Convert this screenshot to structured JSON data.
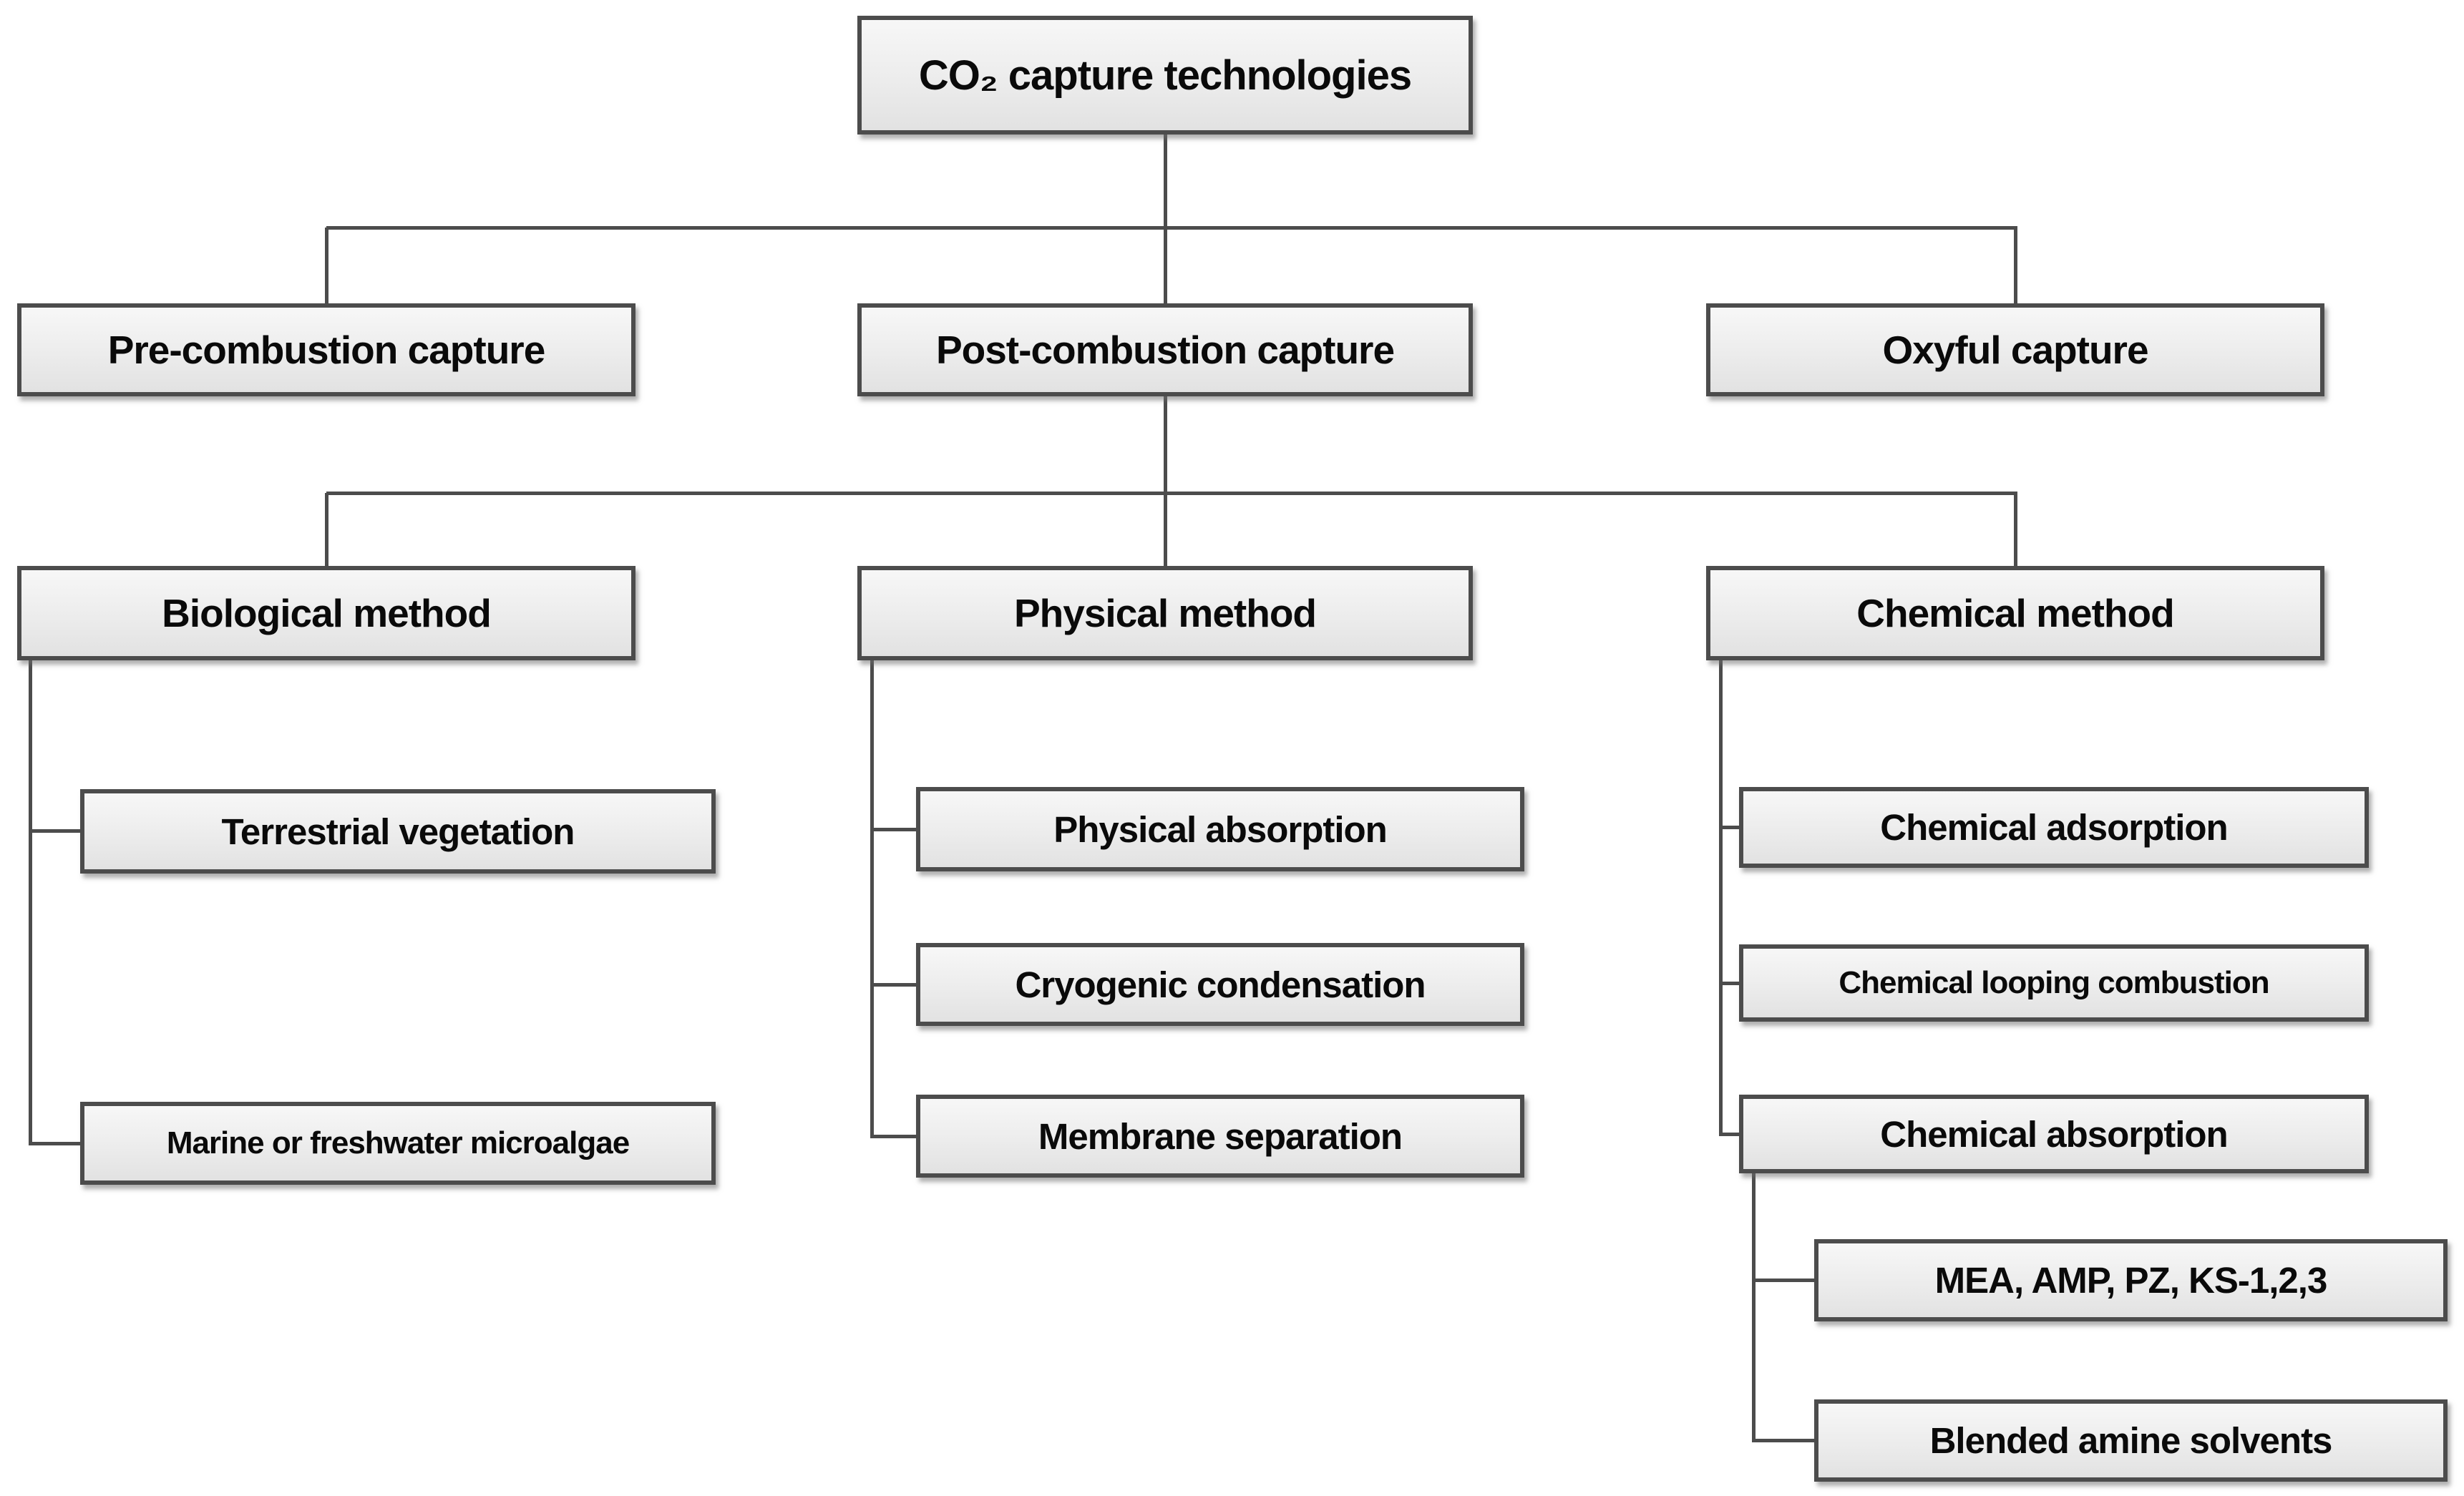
{
  "diagram": {
    "type": "flowchart",
    "title": "CO₂ capture technologies",
    "colors": {
      "background": "#ffffff",
      "box_fill": "#ececec",
      "box_border": "#4c4c4c",
      "connector": "#4c4c4c",
      "text": "#0a0a0a"
    },
    "nodes": {
      "root": {
        "label": "CO₂ capture technologies",
        "parent": null
      },
      "pre_combustion": {
        "label": "Pre-combustion capture",
        "parent": "root"
      },
      "post_combustion": {
        "label": "Post-combustion capture",
        "parent": "root"
      },
      "oxyful": {
        "label": "Oxyful capture",
        "parent": "root"
      },
      "biological_method": {
        "label": "Biological method",
        "parent": "post_combustion"
      },
      "physical_method": {
        "label": "Physical method",
        "parent": "post_combustion"
      },
      "chemical_method": {
        "label": "Chemical method",
        "parent": "post_combustion"
      },
      "terrestrial_vegetation": {
        "label": "Terrestrial vegetation",
        "parent": "biological_method"
      },
      "marine_microalgae": {
        "label": "Marine or freshwater microalgae",
        "parent": "biological_method"
      },
      "physical_absorption": {
        "label": "Physical absorption",
        "parent": "physical_method"
      },
      "cryogenic_condensation": {
        "label": "Cryogenic condensation",
        "parent": "physical_method"
      },
      "membrane_separation": {
        "label": "Membrane separation",
        "parent": "physical_method"
      },
      "chemical_adsorption": {
        "label": "Chemical adsorption",
        "parent": "chemical_method"
      },
      "chemical_looping_combustion": {
        "label": "Chemical looping combustion",
        "parent": "chemical_method"
      },
      "chemical_absorption": {
        "label": "Chemical absorption",
        "parent": "chemical_method"
      },
      "amine_solvents": {
        "label": "MEA, AMP, PZ, KS-1,2,3",
        "parent": "chemical_absorption"
      },
      "blended_amine_solvents": {
        "label": "Blended amine solvents",
        "parent": "chemical_absorption"
      }
    }
  }
}
